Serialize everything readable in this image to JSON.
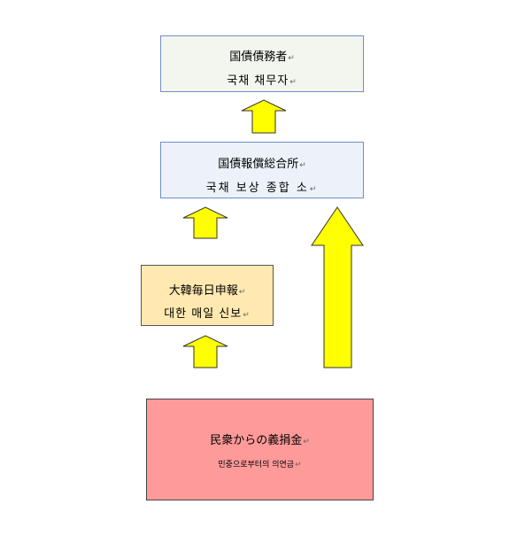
{
  "boxes": {
    "debtor": {
      "line1": "国債債務者",
      "line2": "국채 채무자"
    },
    "office": {
      "line1": "国債報償総合所",
      "line2": "국채 보상 종합 소"
    },
    "newspaper": {
      "line1": "大韓毎日申報",
      "line2": "대한 매일 신보"
    },
    "donation": {
      "line1": "民衆からの義捐金",
      "line2": "민중으로부터의 의연금"
    }
  },
  "paragraph_mark": "↵",
  "colors": {
    "arrow_fill": "#ffff00",
    "arrow_stroke": "#333333"
  }
}
